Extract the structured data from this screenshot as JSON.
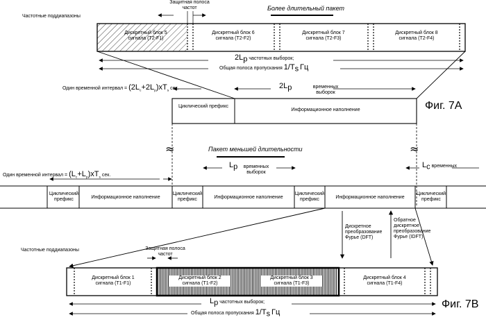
{
  "fig7a": {
    "subbands_label": "Частотные поддиапазоны",
    "guard_band": "Защитная полоса частот",
    "longer_packet": "Более длительный пакет",
    "blocks": [
      {
        "name": "Дискретный блок 5",
        "signal": "сигнала (T2-F1)"
      },
      {
        "name": "Дискретный блок 6",
        "signal": "сигнала (T2-F2)"
      },
      {
        "name": "Дискретный блок 7",
        "signal": "сигнала (T2-F3)"
      },
      {
        "name": "Дискретный блок 8",
        "signal": "сигнала (T2-F4)"
      }
    ],
    "samples_main": "2L",
    "samples_sub": "p",
    "samples_text": "частотных выборок;",
    "bandwidth_text": "Общая полоса пропускания",
    "bandwidth_value": "1/T",
    "bandwidth_sub": "s",
    "bandwidth_unit": "Гц",
    "interval_text": "Один временной интервал =",
    "interval_formula": "(2L",
    "interval_sub1": "c",
    "interval_mid": "+2L",
    "interval_sub2": "p",
    "interval_end": ")xT",
    "interval_sub3": "s",
    "interval_unit": "сек.",
    "time_samples_main": "2L",
    "time_samples_sub": "p",
    "time_samples_text": "временных выборок",
    "prefix": "Циклический префикс",
    "payload": "Информационное наполнение",
    "figure_label": "Фиг. 7A"
  },
  "fig7b": {
    "shorter_packet": "Пакет меньшей длительности",
    "interval_text": "Один временной интервал =",
    "interval_formula": "(L",
    "interval_sub1": "c",
    "interval_mid": "+L",
    "interval_sub2": "p",
    "interval_end": ")xT",
    "interval_sub3": "s",
    "interval_unit": "сек.",
    "lp_main": "L",
    "lp_sub": "p",
    "lp_text": "временных выборок",
    "lc_main": "L",
    "lc_sub": "c",
    "lc_text": "временных",
    "prefix": "Циклический префикс",
    "payload": "Информационное наполнение",
    "dft": "Дискретное преобразование Фурье (DFT)",
    "idft": "Обратное дискретное преобразование Фурье (IDFT)",
    "subbands_label": "Частотные поддиапазоны",
    "guard_band": "Защитная полоса частот",
    "blocks": [
      {
        "name": "Дискретный блок 1",
        "signal": "сигнала (T1-F1)"
      },
      {
        "name": "Дискретный блок 2",
        "signal": "сигнала (T1-F2)"
      },
      {
        "name": "Дискретный блок 3",
        "signal": "сигнала (T1-F3)"
      },
      {
        "name": "Дискретный блок 4",
        "signal": "сигнала (T1-F4)"
      }
    ],
    "samples_main": "L",
    "samples_sub": "p",
    "samples_text": "частотных выборок;",
    "bandwidth_text": "Общая полоса пропускания",
    "bandwidth_value": "1/T",
    "bandwidth_sub": "s",
    "bandwidth_unit": "Гц",
    "figure_label": "Фиг. 7B"
  }
}
